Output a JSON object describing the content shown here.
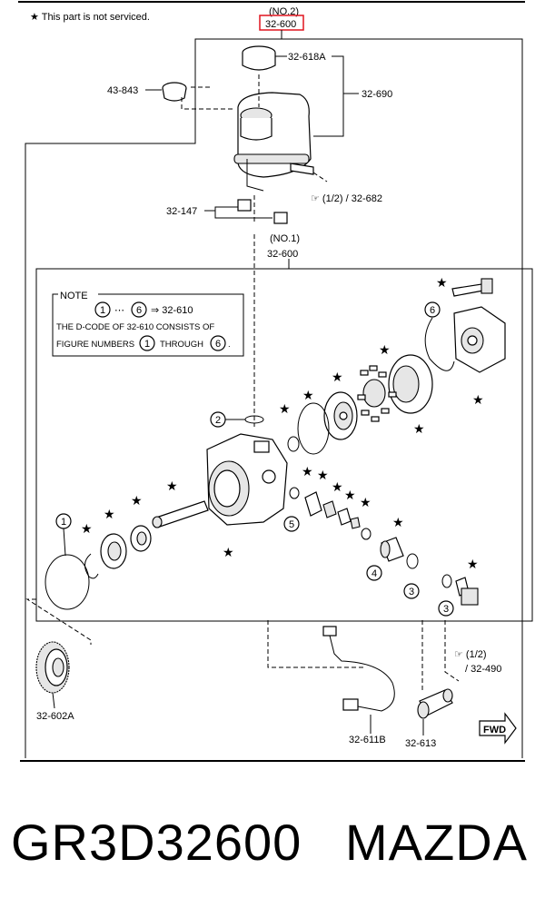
{
  "header": {
    "not_serviced": "★ This part is not serviced.",
    "top_code_no": "(NO.2)",
    "top_code": "32-600",
    "highlight_color": "#e0141e"
  },
  "labels": {
    "cap": "32-618A",
    "reservoir": "32-690",
    "cap_small": "43-843",
    "clip": "32-147",
    "ref_682": "☞ (1/2) / 32-682",
    "no1": "(NO.1)",
    "inner_code": "32-600",
    "gear": "32-602A",
    "sensor": "32-611B",
    "fitting": "32-613",
    "ref_490_a": "☞ (1/2)",
    "ref_490_b": "/ 32-490",
    "fwd": "FWD"
  },
  "note": {
    "title": "NOTE",
    "line1_mid": "⋯",
    "line1_end": "⇒ 32-610",
    "line2": "THE D-CODE OF   32-610   CONSISTS OF",
    "line3_a": "FIGURE NUMBERS",
    "line3_b": "THROUGH",
    "line3_c": "."
  },
  "callouts": {
    "n1": "1",
    "n2": "2",
    "n3": "3",
    "n4": "4",
    "n5": "5",
    "n6": "6"
  },
  "star": "★",
  "footer": {
    "part_number": "GR3D32600",
    "brand": "MAZDA"
  }
}
